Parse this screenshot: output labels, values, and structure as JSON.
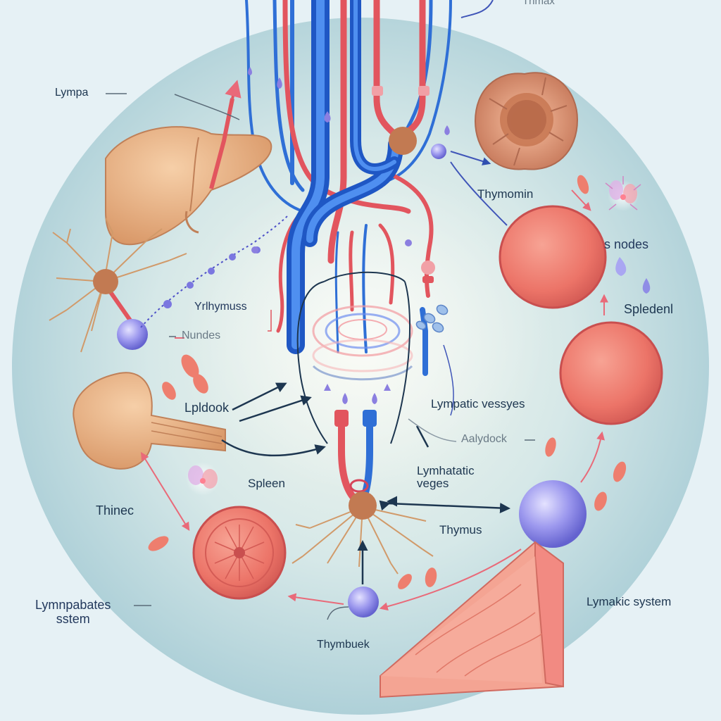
{
  "diagram": {
    "labels": {
      "top_right": "Thmax",
      "lympa": "Lympa",
      "thymomin": "Thymomin",
      "nodes": "s nodes",
      "yrlhymuss": "Yrlhymuss",
      "nundes": "Nundes",
      "spledenl": "Spledenl",
      "lpldook": "Lpldook",
      "lympatic_vessyes": "Lympatic vessyes",
      "aalydock": "Aalydock",
      "spleen": "Spleen",
      "lymhatatic_veges": "Lymhatatic\nveges",
      "thinec": "Thinec",
      "thymus": "Thymus",
      "lymnpabates_system": "Lymnpabates\nsstem",
      "thymbuek": "Thymbuek",
      "lymakic_system": "Lymakic system"
    },
    "colors": {
      "background": "#e6f1f5",
      "circle": "#bcd8de",
      "vein": "#2f6fd6",
      "artery": "#e2555e",
      "lymph_vessel": "#5a5bd0",
      "organ_tan": "#e9b78c",
      "node_pink": "#ee7e73",
      "lymphocyte": "#8a86e6",
      "arrow_navy": "#1d3650",
      "arrow_pink": "#e96a79"
    }
  }
}
